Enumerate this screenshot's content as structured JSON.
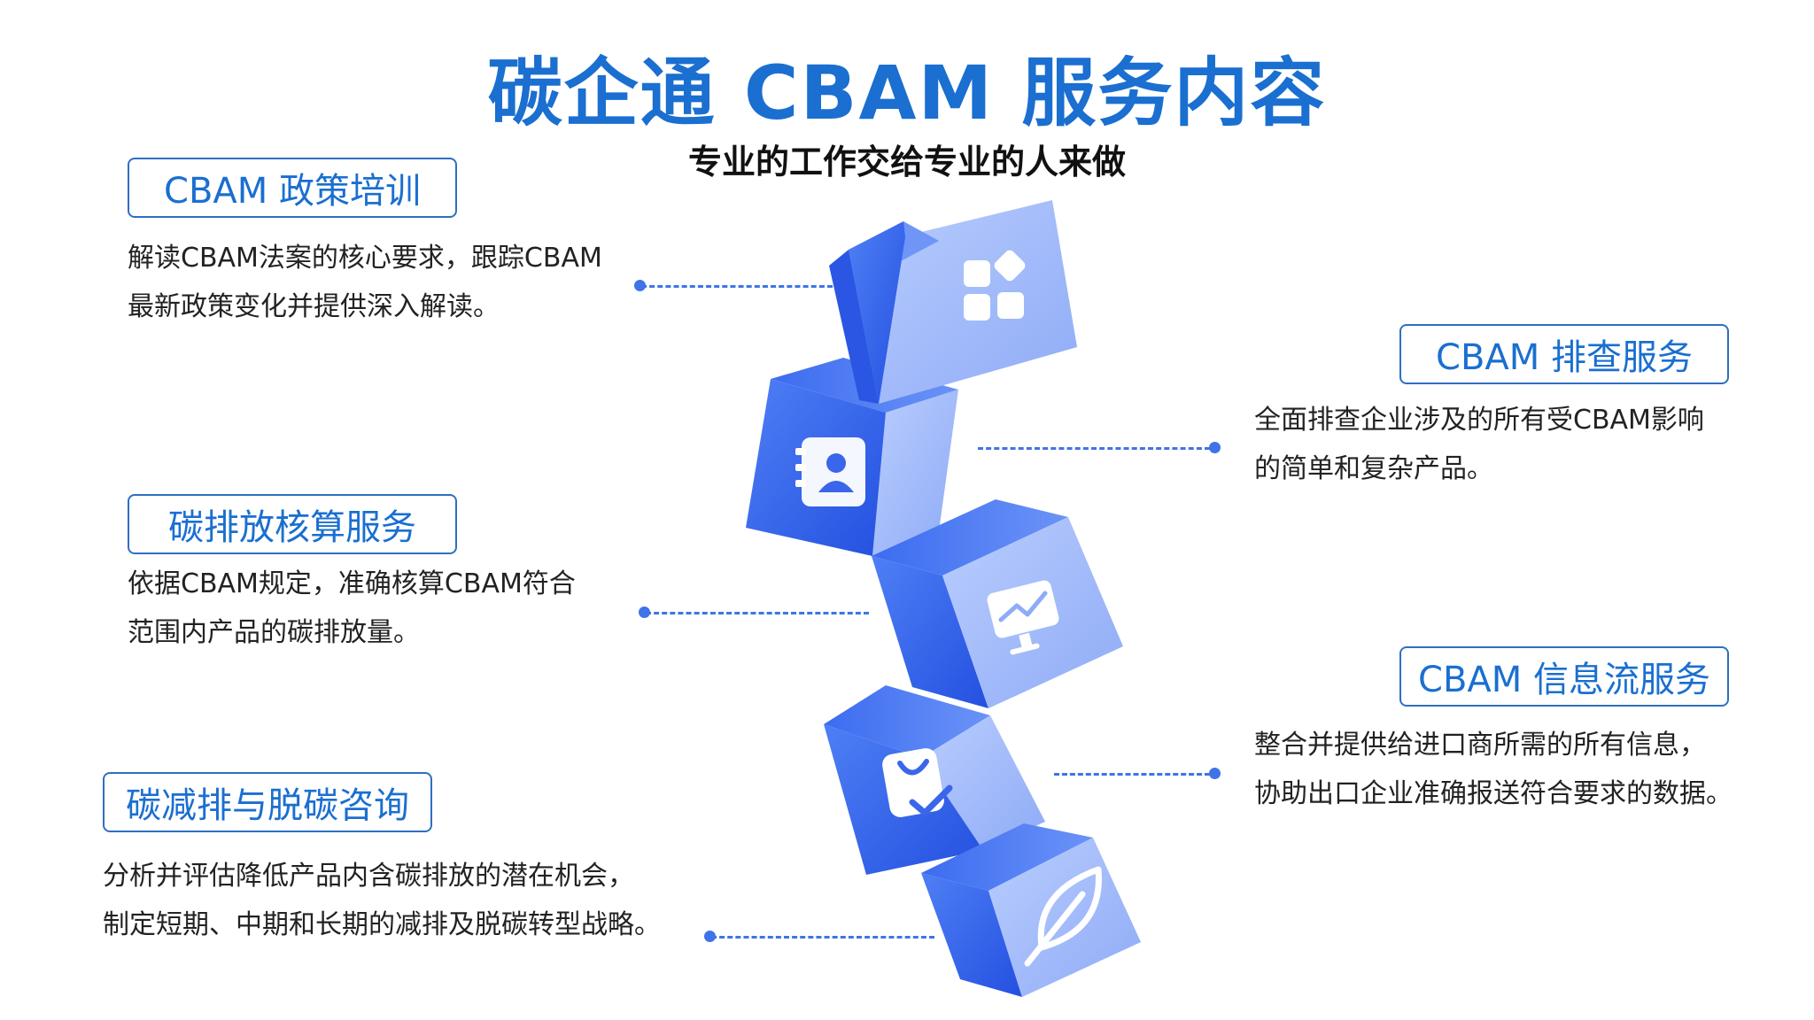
{
  "header": {
    "title": "碳企通 CBAM 服务内容",
    "subtitle": "专业的工作交给专业的人来做"
  },
  "services": [
    {
      "label": "CBAM 政策培训",
      "desc_line1": "解读CBAM法案的核心要求，跟踪CBAM",
      "desc_line2": "最新政策变化并提供深入解读。"
    },
    {
      "label": "碳排放核算服务",
      "desc_line1": "依据CBAM规定，准确核算CBAM符合",
      "desc_line2": "范围内产品的碳排放量。"
    },
    {
      "label": "碳减排与脱碳咨询",
      "desc_line1": "分析并评估降低产品内含碳排放的潜在机会，",
      "desc_line2": "制定短期、中期和长期的减排及脱碳转型战略。"
    },
    {
      "label": "CBAM 排查服务",
      "desc_line1": "全面排查企业涉及的所有受CBAM影响",
      "desc_line2": "的简单和复杂产品。"
    },
    {
      "label": "CBAM 信息流服务",
      "desc_line1": "整合并提供给进口商所需的所有信息，",
      "desc_line2": "协助出口企业准确报送符合要求的数据。"
    }
  ],
  "cube_icons": [
    "apps-grid-icon",
    "contact-book-icon",
    "chart-monitor-icon",
    "shopping-bag-check-icon",
    "leaf-icon"
  ],
  "colors": {
    "accent": "#1a6fd0",
    "dash": "#3f73e8",
    "cube_dark": "#2f5fe8",
    "cube_light": "#a9c0fb"
  }
}
